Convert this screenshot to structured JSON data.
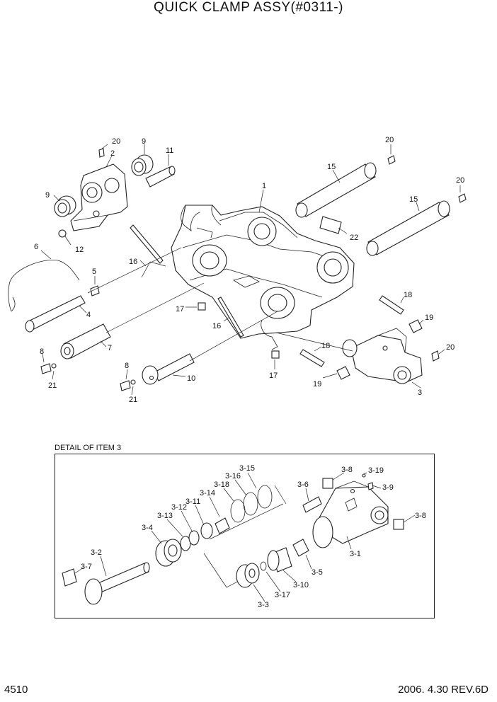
{
  "title": "QUICK CLAMP ASSY(#0311-)",
  "footer": {
    "page_number": "4510",
    "revision": "2006. 4.30 REV.6D"
  },
  "detail": {
    "heading": "DETAIL OF ITEM 3"
  },
  "labels": {
    "main": [
      "20",
      "9",
      "11",
      "2",
      "9",
      "1",
      "15",
      "20",
      "20",
      "15",
      "12",
      "22",
      "6",
      "5",
      "16",
      "4",
      "17",
      "18",
      "16",
      "19",
      "7",
      "18",
      "8",
      "17",
      "20",
      "21",
      "19",
      "3",
      "8",
      "10",
      "21"
    ],
    "detail": [
      "3-15",
      "3-16",
      "3-18",
      "3-8",
      "3-19",
      "3-14",
      "3-6",
      "3-9",
      "3-11",
      "3-12",
      "3-13",
      "3-8",
      "3-4",
      "3-2",
      "3-1",
      "3-7",
      "3-5",
      "3-10",
      "3-17",
      "3-3"
    ]
  }
}
